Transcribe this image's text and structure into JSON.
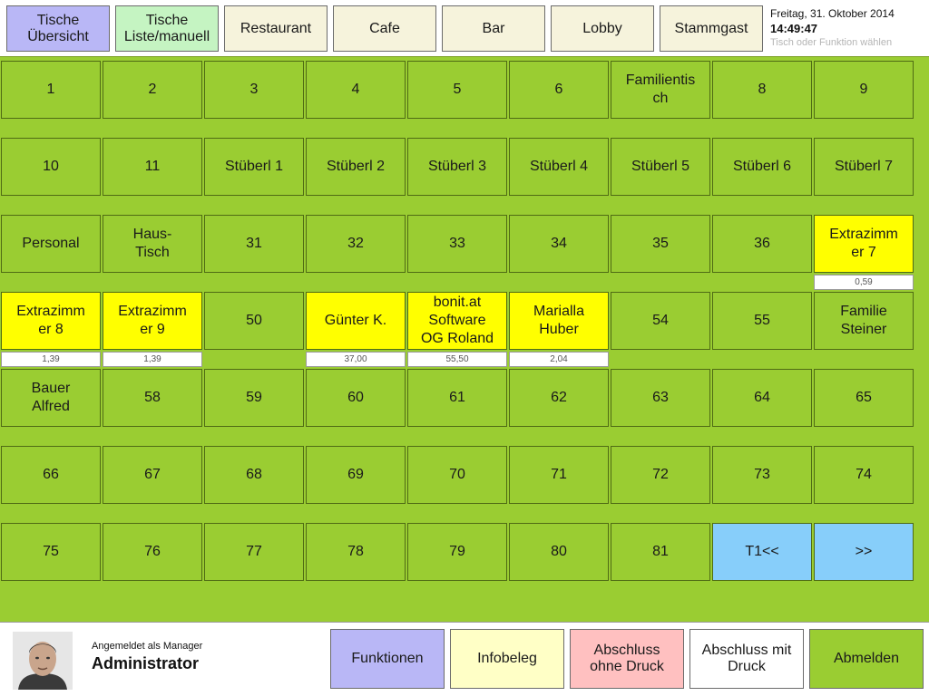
{
  "header": {
    "tabs": [
      {
        "label": "Tische\nÜbersicht",
        "color": "#b9b7f6"
      },
      {
        "label": "Tische\nListe/manuell",
        "color": "#c5f4c2"
      },
      {
        "label": "Restaurant",
        "color": "#f6f3dc"
      },
      {
        "label": "Cafe",
        "color": "#f6f3dc"
      },
      {
        "label": "Bar",
        "color": "#f6f3dc"
      },
      {
        "label": "Lobby",
        "color": "#f6f3dc"
      },
      {
        "label": "Stammgast",
        "color": "#f6f3dc"
      }
    ],
    "date": "Freitag, 31. Oktober 2014",
    "time": "14:49:47",
    "hint": "Tisch oder Funktion wählen"
  },
  "colors": {
    "free_table": "#9acd32",
    "occupied_table": "#ffff00",
    "nav_button": "#87cefa"
  },
  "tables": [
    [
      {
        "label": "1"
      },
      {
        "label": "2"
      },
      {
        "label": "3"
      },
      {
        "label": "4"
      },
      {
        "label": "5"
      },
      {
        "label": "6"
      },
      {
        "label": "Familientis\nch"
      },
      {
        "label": "8"
      },
      {
        "label": "9"
      }
    ],
    [
      {
        "label": "10"
      },
      {
        "label": "11"
      },
      {
        "label": "Stüberl 1"
      },
      {
        "label": "Stüberl 2"
      },
      {
        "label": "Stüberl 3"
      },
      {
        "label": "Stüberl 4"
      },
      {
        "label": "Stüberl 5"
      },
      {
        "label": "Stüberl 6"
      },
      {
        "label": "Stüberl 7"
      }
    ],
    [
      {
        "label": "Personal"
      },
      {
        "label": "Haus-\nTisch"
      },
      {
        "label": "31"
      },
      {
        "label": "32"
      },
      {
        "label": "33"
      },
      {
        "label": "34"
      },
      {
        "label": "35"
      },
      {
        "label": "36"
      },
      {
        "label": "Extrazimm\ner 7",
        "amount": "0,59"
      }
    ],
    [
      {
        "label": "Extrazimm\ner 8",
        "amount": "1,39"
      },
      {
        "label": "Extrazimm\ner 9",
        "amount": "1,39"
      },
      {
        "label": "50"
      },
      {
        "label": "Günter K.",
        "amount": "37,00"
      },
      {
        "label": "bonit.at\nSoftware\nOG Roland",
        "amount": "55,50"
      },
      {
        "label": "Marialla\nHuber",
        "amount": "2,04"
      },
      {
        "label": "54"
      },
      {
        "label": "55"
      },
      {
        "label": "Familie\nSteiner"
      }
    ],
    [
      {
        "label": "Bauer\nAlfred"
      },
      {
        "label": "58"
      },
      {
        "label": "59"
      },
      {
        "label": "60"
      },
      {
        "label": "61"
      },
      {
        "label": "62"
      },
      {
        "label": "63"
      },
      {
        "label": "64"
      },
      {
        "label": "65"
      }
    ],
    [
      {
        "label": "66"
      },
      {
        "label": "67"
      },
      {
        "label": "68"
      },
      {
        "label": "69"
      },
      {
        "label": "70"
      },
      {
        "label": "71"
      },
      {
        "label": "72"
      },
      {
        "label": "73"
      },
      {
        "label": "74"
      }
    ],
    [
      {
        "label": "75"
      },
      {
        "label": "76"
      },
      {
        "label": "77"
      },
      {
        "label": "78"
      },
      {
        "label": "79"
      },
      {
        "label": "80"
      },
      {
        "label": "81"
      },
      {
        "label": "T1<<",
        "nav": true
      },
      {
        "label": ">>",
        "nav": true
      }
    ]
  ],
  "footer": {
    "user_role": "Angemeldet als Manager",
    "user_name": "Administrator",
    "avatar_icon": "user-avatar-photo",
    "buttons": [
      {
        "name": "functions-button",
        "label": "Funktionen",
        "color": "#b9b7f6"
      },
      {
        "name": "info-receipt-button",
        "label": "Infobeleg",
        "color": "#ffffc6"
      },
      {
        "name": "close-without-print-button",
        "label": "Abschluss\nohne Druck",
        "color": "#ffc0c0"
      },
      {
        "name": "close-with-print-button",
        "label": "Abschluss mit\nDruck",
        "color": "#ffffff"
      },
      {
        "name": "logout-button",
        "label": "Abmelden",
        "color": "#9acd32"
      }
    ]
  }
}
